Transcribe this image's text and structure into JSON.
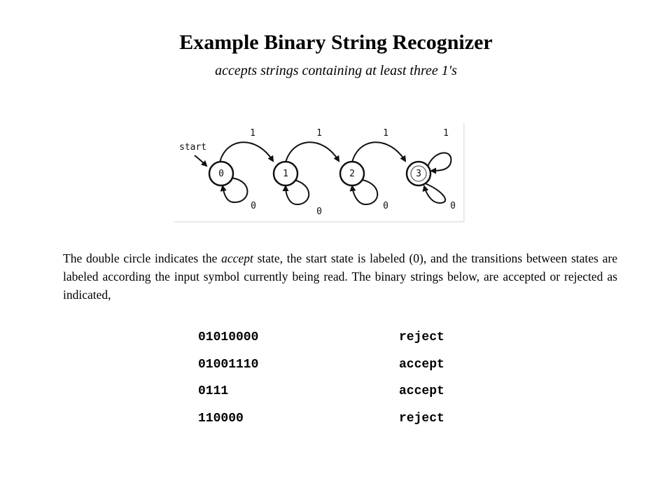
{
  "title": "Example Binary String Recognizer",
  "subtitle": "accepts strings containing at least three 1's",
  "diagram": {
    "start_label": "start",
    "states": [
      {
        "label": "0",
        "accept": false
      },
      {
        "label": "1",
        "accept": false
      },
      {
        "label": "2",
        "accept": false
      },
      {
        "label": "3",
        "accept": true
      }
    ],
    "transitions": [
      {
        "from": "0",
        "to": "1",
        "label": "1"
      },
      {
        "from": "1",
        "to": "2",
        "label": "1"
      },
      {
        "from": "2",
        "to": "3",
        "label": "1"
      },
      {
        "from": "3",
        "to": "3",
        "label": "1"
      },
      {
        "from": "0",
        "to": "0",
        "label": "0"
      },
      {
        "from": "1",
        "to": "1",
        "label": "0"
      },
      {
        "from": "2",
        "to": "2",
        "label": "0"
      },
      {
        "from": "3",
        "to": "3",
        "label": "0"
      }
    ]
  },
  "paragraph": {
    "part1": "The double circle indicates the ",
    "emph": "accept",
    "part2": " state, the start state is labeled (0), and the transitions between states are labeled according the input symbol currently being read.  The binary strings below, are accepted or rejected as indicated,"
  },
  "strings": [
    {
      "input": "01010000",
      "result": "reject"
    },
    {
      "input": "01001110",
      "result": "accept"
    },
    {
      "input": "0111",
      "result": "accept"
    },
    {
      "input": "110000",
      "result": "reject"
    }
  ]
}
